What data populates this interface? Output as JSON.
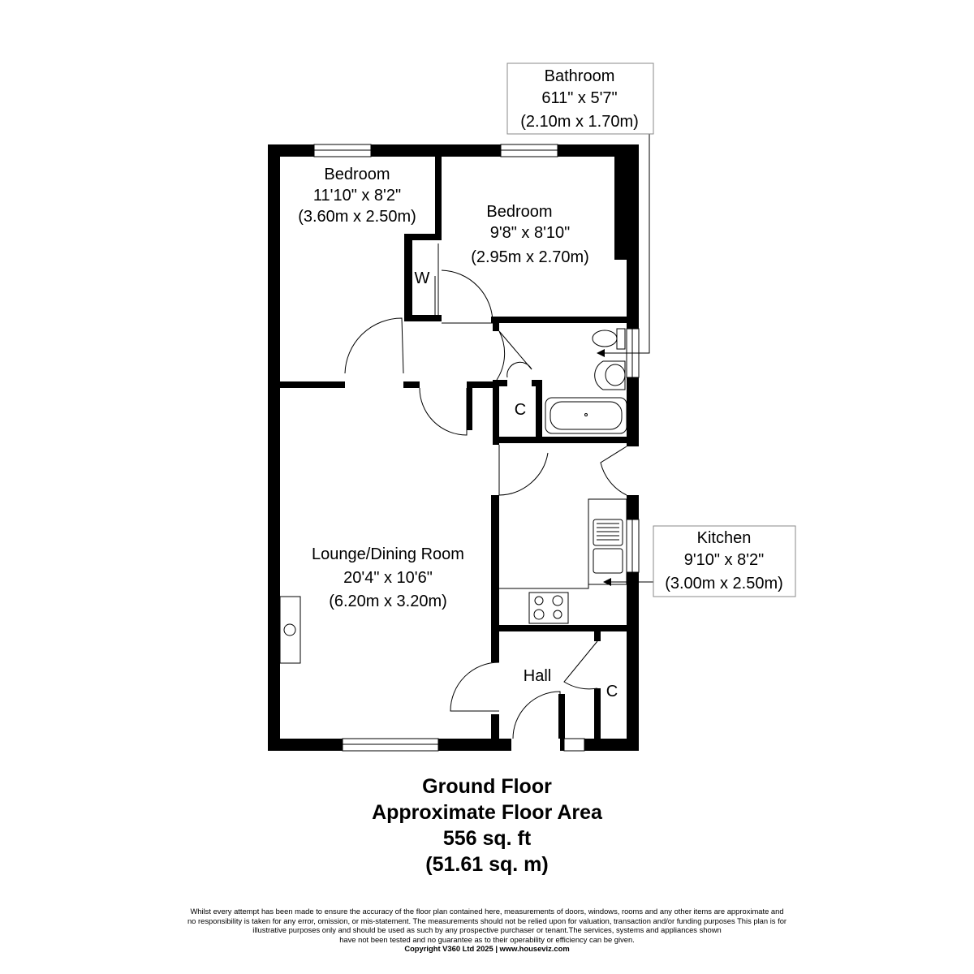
{
  "rooms": {
    "bedroom1": {
      "name": "Bedroom",
      "imperial": "11'10\" x 8'2\"",
      "metric": "(3.60m x 2.50m)"
    },
    "bedroom2": {
      "name": "Bedroom",
      "imperial": "9'8\" x 8'10\"",
      "metric": "(2.95m x 2.70m)"
    },
    "bathroom": {
      "name": "Bathroom",
      "imperial": "611\" x 5'7\"",
      "metric": "(2.10m x 1.70m)"
    },
    "lounge": {
      "name": "Lounge/Dining Room",
      "imperial": "20'4\" x 10'6\"",
      "metric": "(6.20m x 3.20m)"
    },
    "kitchen": {
      "name": "Kitchen",
      "imperial": "9'10\" x 8'2\"",
      "metric": "(3.00m x 2.50m)"
    },
    "hall": {
      "name": "Hall"
    },
    "wardrobe": {
      "name": "W"
    },
    "cupboard1": {
      "name": "C"
    },
    "cupboard2": {
      "name": "C"
    }
  },
  "summary": {
    "floor": "Ground Floor",
    "area_label": "Approximate Floor Area",
    "area_sqft": "556 sq. ft",
    "area_sqm": "(51.61 sq. m)"
  },
  "disclaimer": {
    "lines": [
      "Whilst every attempt has been made to ensure the accuracy of the floor plan contained here, measurements of doors, windows, rooms and any other items are approximate and",
      "no responsibility is taken for any error, omission, or mis-statement.  The measurements should not be relied upon for valuation, transaction and/or funding purposes This plan is for",
      "illustrative purposes only and should be used as such by any prospective purchaser or tenant.The services, systems and appliances shown",
      "have not been tested and no guarantee as to their operability or efficiency can be given."
    ],
    "copyright": "Copyright V360 Ltd 2025 | www.houseviz.com"
  }
}
